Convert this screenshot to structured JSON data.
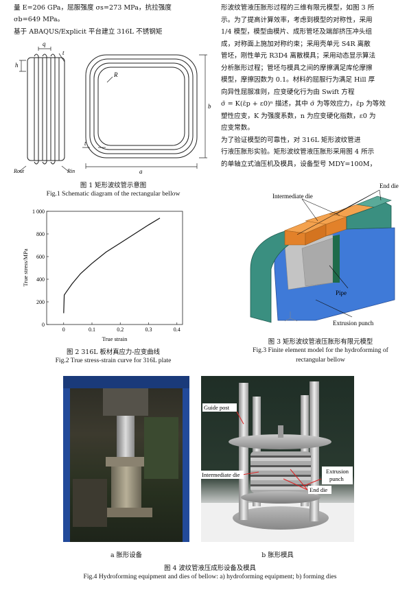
{
  "left_col": {
    "lines": [
      "量 E=206 GPa，屈服强度 σs=273 MPa，抗拉强度",
      "σb=649 MPa。",
      "    基于 ABAQUS/Explicit 平台建立 316L 不锈钢矩"
    ]
  },
  "right_col": {
    "lines": [
      "形波纹管液压胀形过程的三维有限元模型，如图 3 所",
      "示。为了提高计算效率，考虑到模型的对称性，采用",
      "1/4 模型，模型由模片、成形管坯及端部挤压冲头组",
      "成，对称面上施加对称约束；采用壳单元 S4R 离散",
      "管坯，刚性单元 R3D4 离散模具；采用动态显示算法",
      "分析胀形过程；管坯与模具之间的摩擦满足库伦摩擦",
      "模型，摩擦因数为 0.1。材料的屈服行为满足 Hill 厚",
      "向异性屈服准则，应变硬化行为由 Swift 方程",
      "σ̄ = K(ε̄p + ε0)ⁿ 描述，其中 σ̄ 为等效应力，ε̄p 为等效",
      "塑性应变，K 为强度系数，n 为应变硬化指数，ε0 为",
      "应变常数。",
      "    为了验证模型的可靠性，对 316L 矩形波纹管进",
      "行液压胀形实验。矩形波纹管液压胀形采用图 4 所示",
      "的单轴立式油压机及模具，设备型号 MDY=100M，"
    ]
  },
  "fig1": {
    "labels": {
      "h": "h",
      "q": "q",
      "t": "t",
      "rout": "Rout",
      "rin": "Rin",
      "r": "R",
      "a": "a",
      "b": "b",
      "t2": "t"
    },
    "caption_cn": "图 1    矩形波纹管示意图",
    "caption_en": "Fig.1 Schematic diagram of the rectangular bellow"
  },
  "fig2": {
    "caption_cn": "图 2    316L 板材真应力-应变曲线",
    "caption_en": "Fig.2 True stress-strain curve for 316L plate"
  },
  "chart_data": {
    "type": "line",
    "title": "",
    "xlabel": "True strain",
    "ylabel": "True stress/MPa",
    "xlim": [
      -0.06,
      0.42
    ],
    "ylim": [
      0,
      1000
    ],
    "xticks": [
      "0",
      "0.1",
      "0.2",
      "0.3",
      "0.4"
    ],
    "yticks": [
      "0",
      "200",
      "400",
      "600",
      "800",
      "1 000"
    ],
    "grid": false,
    "series": [
      {
        "x": [
          0,
          0.002,
          0.01,
          0.03,
          0.06,
          0.1,
          0.15,
          0.2,
          0.25,
          0.3,
          0.34
        ],
        "y": [
          100,
          260,
          290,
          360,
          450,
          540,
          640,
          720,
          800,
          880,
          940
        ]
      }
    ]
  },
  "fig3": {
    "labels": {
      "end_die": "End die",
      "intermediate_die": "Intermediate die",
      "pipe": "Pipe",
      "extrusion_punch": "Extrusion punch"
    },
    "caption_cn": "图 3    矩形波纹管液压胀形有限元模型",
    "caption_en1": "Fig.3 Finite element model for the hydroforming of",
    "caption_en2": "rectangular bellow",
    "colors": {
      "end_die": "#3a8f80",
      "intermediate_die": "#e2812a",
      "punch": "#3f7ad8",
      "pipe": "#b8b8b8"
    }
  },
  "fig4": {
    "sub_a": "a  胀形设备",
    "sub_b": "b  胀形模具",
    "labels": {
      "guide_post": "Guide post",
      "intermediate_die": "Intermediate die",
      "end_die": "End die",
      "extrusion_punch_1": "Extrusion",
      "extrusion_punch_2": "punch"
    },
    "caption_cn": "图 4    波纹管液压成形设备及模具",
    "caption_en": "Fig.4 Hydroforming equipment and dies of bellow: a) hydroforming equipment; b) forming dies"
  }
}
